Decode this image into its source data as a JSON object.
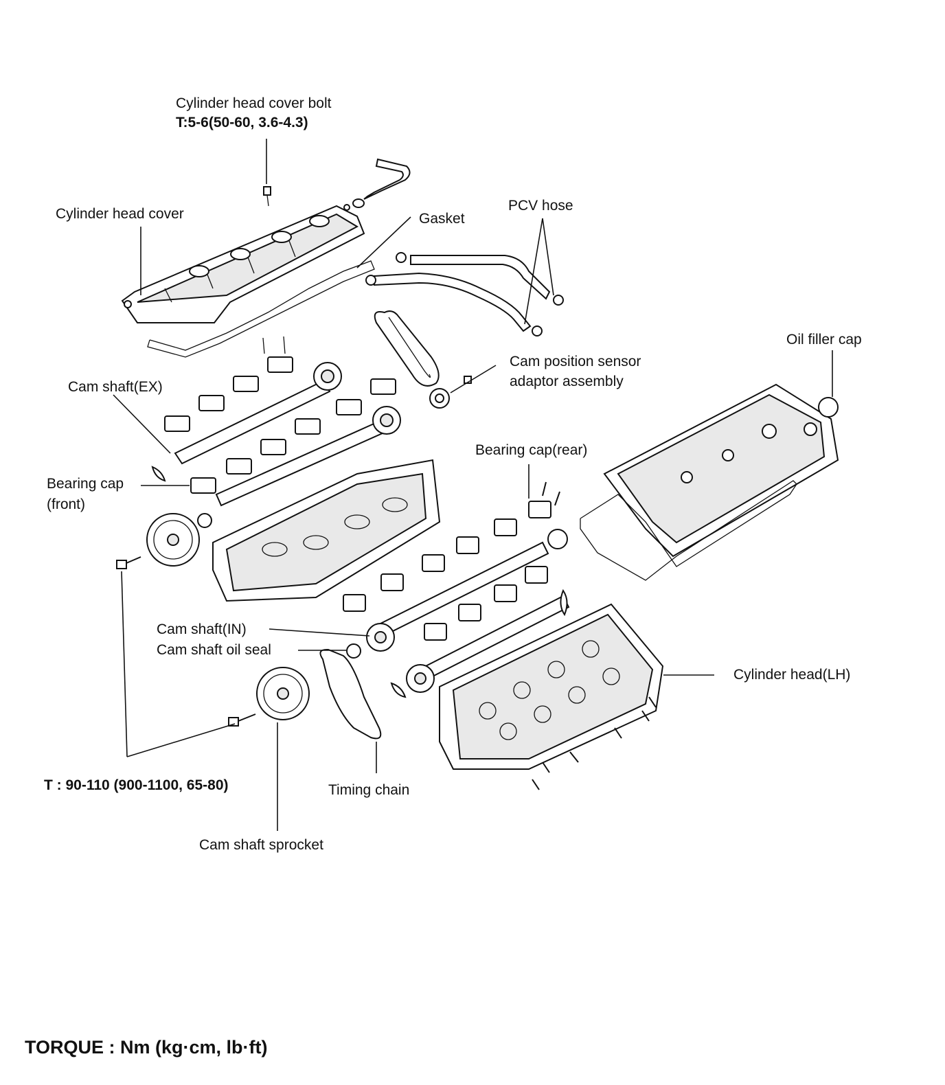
{
  "labels": {
    "head_cover_bolt": "Cylinder head cover bolt",
    "head_cover_bolt_torque": "T:5-6(50-60, 3.6-4.3)",
    "head_cover": "Cylinder head cover",
    "gasket": "Gasket",
    "pcv_hose": "PCV hose",
    "oil_filler_cap": "Oil filler cap",
    "cam_sensor_line1": "Cam position sensor",
    "cam_sensor_line2": "adaptor assembly",
    "camshaft_ex": "Cam shaft(EX)",
    "bearing_cap_rear": "Bearing cap(rear)",
    "bearing_cap_front_line1": "Bearing cap",
    "bearing_cap_front_line2": "(front)",
    "camshaft_in": "Cam shaft(IN)",
    "camshaft_oil_seal": "Cam shaft oil seal",
    "cylinder_head_lh": "Cylinder head(LH)",
    "sprocket_torque": "T : 90-110 (900-1100, 65-80)",
    "timing_chain": "Timing chain",
    "camshaft_sprocket": "Cam shaft sprocket"
  },
  "footer": {
    "torque_units": "TORQUE : Nm (kg·cm, lb·ft)"
  }
}
